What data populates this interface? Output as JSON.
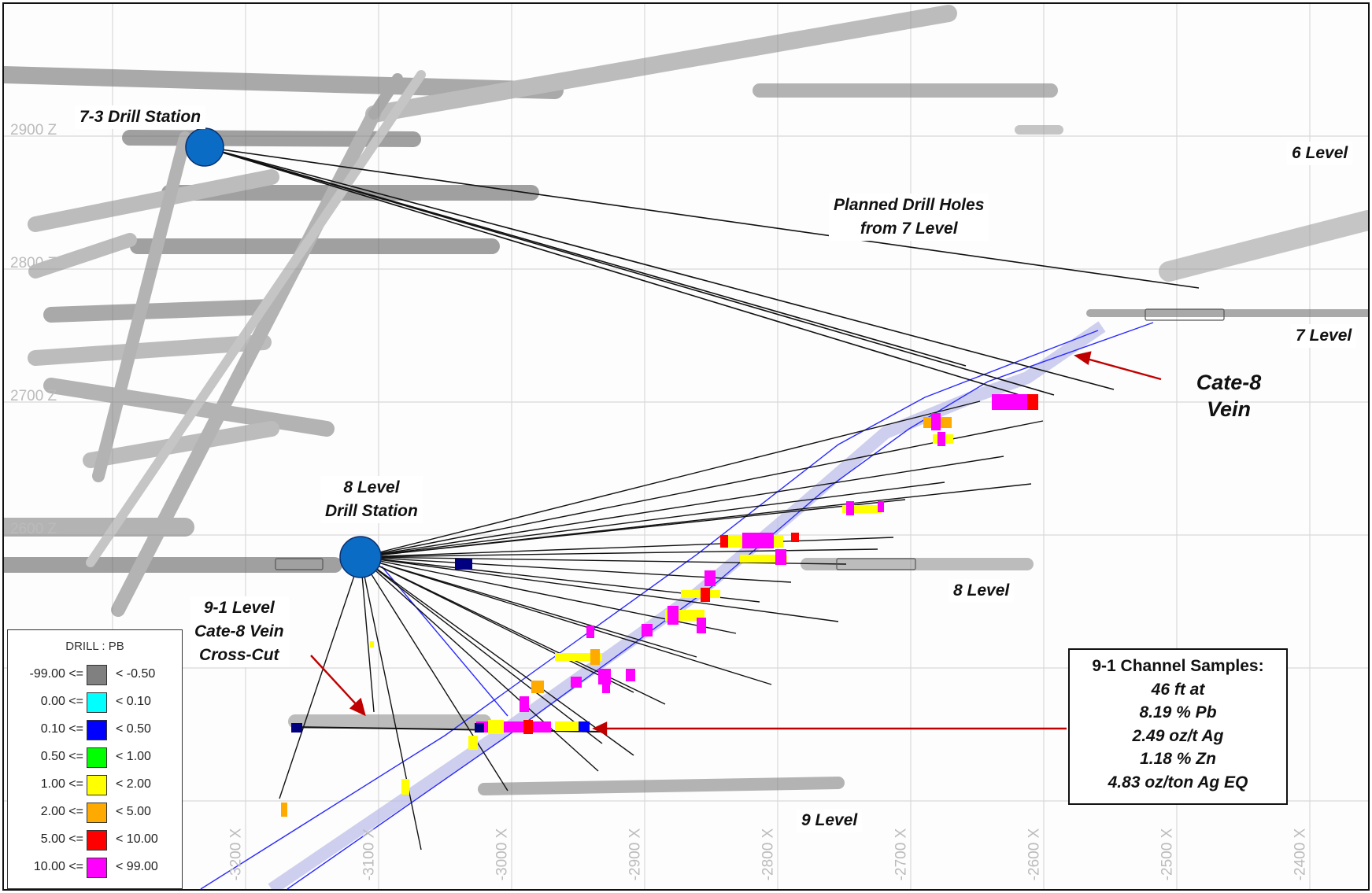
{
  "labels": {
    "drill_station_73": "7-3 Drill Station",
    "level_6": "6 Level",
    "planned_line1": "Planned Drill Holes",
    "planned_line2": "from 7 Level",
    "level_7": "7 Level",
    "vein_line1": "Cate-8",
    "vein_line2": "Vein",
    "drill_station_8_line1": "8 Level",
    "drill_station_8_line2": "Drill Station",
    "level_8": "8 Level",
    "crosscut_line1": "9-1 Level",
    "crosscut_line2": "Cate-8 Vein",
    "crosscut_line3": "Cross-Cut",
    "level_9": "9 Level"
  },
  "channel_samples": {
    "title": "9-1 Channel Samples:",
    "lines": [
      "46 ft at",
      "8.19 % Pb",
      "2.49 oz/t Ag",
      "1.18 % Zn",
      "4.83 oz/ton Ag EQ"
    ]
  },
  "legend": {
    "title": "DRILL : PB",
    "rows": [
      {
        "lo": "-99.00 <=",
        "hi": "< -0.50",
        "color": "#808080"
      },
      {
        "lo": "0.00 <=",
        "hi": "< 0.10",
        "color": "#00ffff"
      },
      {
        "lo": "0.10 <=",
        "hi": "< 0.50",
        "color": "#0000ff"
      },
      {
        "lo": "0.50 <=",
        "hi": "< 1.00",
        "color": "#00ff00"
      },
      {
        "lo": "1.00 <=",
        "hi": "< 2.00",
        "color": "#ffff00"
      },
      {
        "lo": "2.00 <=",
        "hi": "< 5.00",
        "color": "#ffaa00"
      },
      {
        "lo": "5.00 <=",
        "hi": "< 10.00",
        "color": "#ff0000"
      },
      {
        "lo": "10.00 <=",
        "hi": "< 99.00",
        "color": "#ff00ff"
      }
    ]
  },
  "axis": {
    "x_ticks": [
      "-3200 X",
      "-3100 X",
      "-3000 X",
      "-2900 X",
      "-2800 X",
      "-2700 X",
      "-2600 X",
      "-2500 X",
      "-2400 X"
    ],
    "z_ticks": [
      "2900 Z",
      "2800 Z",
      "2700 Z",
      "2600 Z"
    ]
  },
  "colors": {
    "station": "#0a6cc4",
    "arrow": "#c00000",
    "vein": "#2a2aff"
  }
}
